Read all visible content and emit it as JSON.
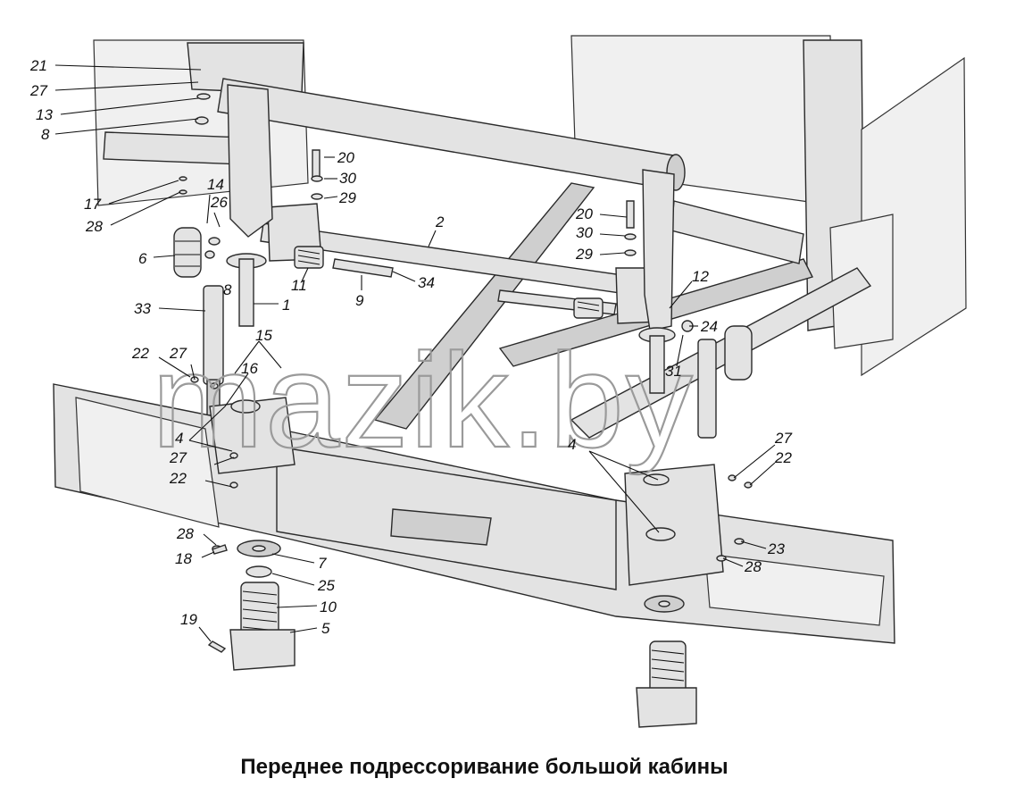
{
  "caption": "Переднее подрессоривание большой кабины",
  "watermark": "mazik.by",
  "callouts": [
    "21",
    "27",
    "13",
    "8",
    "17",
    "28",
    "14",
    "26",
    "6",
    "8",
    "33",
    "22",
    "27",
    "15",
    "16",
    "4",
    "27",
    "22",
    "28",
    "18",
    "19",
    "20",
    "30",
    "29",
    "2",
    "11",
    "9",
    "34",
    "1",
    "7",
    "25",
    "10",
    "5",
    "20",
    "30",
    "29",
    "12",
    "24",
    "31",
    "4",
    "27",
    "22",
    "23",
    "28"
  ]
}
